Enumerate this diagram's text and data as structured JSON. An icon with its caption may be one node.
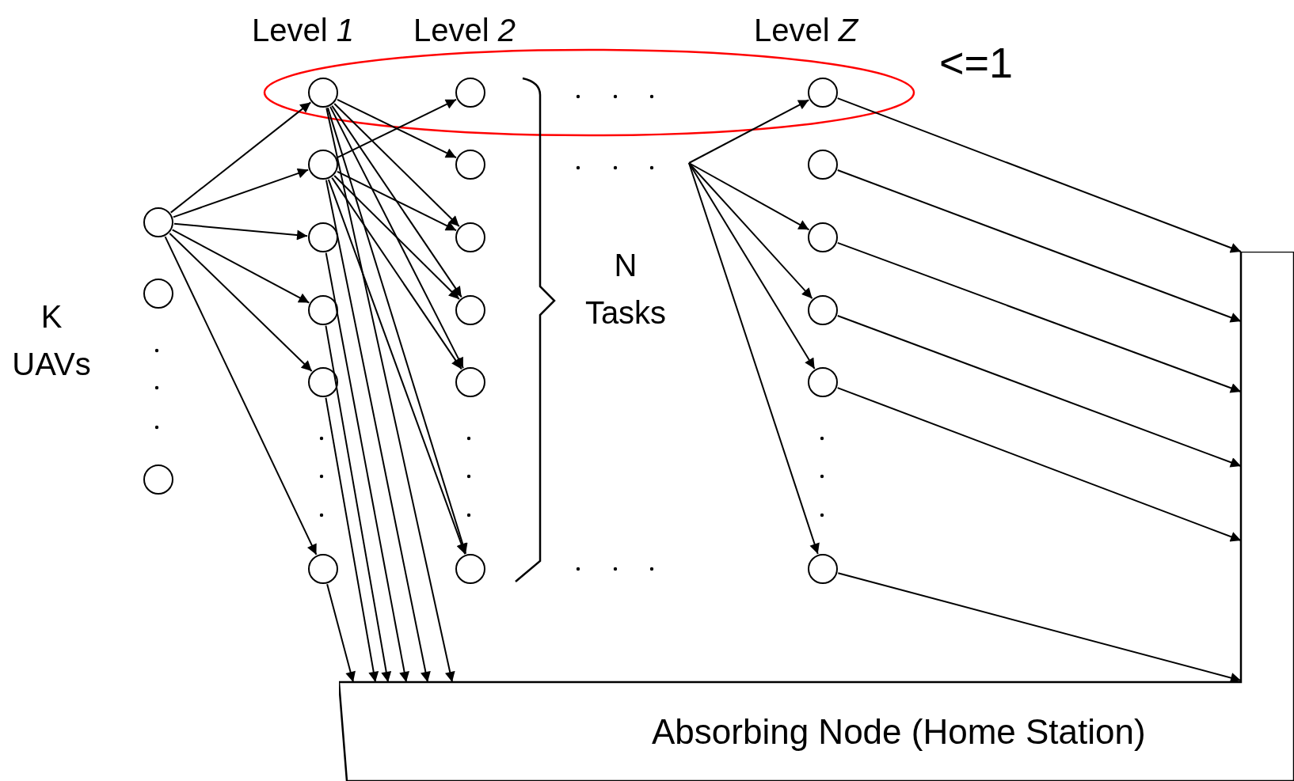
{
  "diagram": {
    "nodes": [
      {
        "text": [],
        "shape": "ellipse",
        "beside": [
          "<=1"
        ]
      },
      {
        "text": [],
        "shape": "circle"
      },
      {
        "text": [],
        "shape": "circle"
      },
      {
        "text": [],
        "shape": "circle"
      },
      {
        "text": [],
        "shape": "circle",
        "in": 0
      },
      {
        "text": [],
        "shape": "circle"
      },
      {
        "text": [],
        "shape": "circle"
      },
      {
        "text": [],
        "shape": "circle"
      },
      {
        "text": [],
        "shape": "circle"
      },
      {
        "text": [],
        "shape": "circle"
      },
      {
        "text": [],
        "shape": "circle",
        "in": 0
      },
      {
        "text": [],
        "shape": "circle"
      },
      {
        "text": [],
        "shape": "circle"
      },
      {
        "text": [],
        "shape": "circle"
      },
      {
        "text": [],
        "shape": "circle"
      },
      {
        "text": [],
        "shape": "circle"
      },
      {
        "text": [],
        "shape": "circle",
        "in": 0
      },
      {
        "text": [],
        "shape": "circle"
      },
      {
        "text": [],
        "shape": "circle"
      },
      {
        "text": [],
        "shape": "circle"
      },
      {
        "text": [],
        "shape": "circle"
      },
      {
        "text": [],
        "shape": "circle"
      },
      {
        "text": [
          "Absorbing Node (Home Station)"
        ]
      }
    ],
    "edges": [
      {
        "from": 1,
        "to": 4,
        "arrow": "to"
      },
      {
        "from": 1,
        "to": 5,
        "arrow": "to"
      },
      {
        "from": 1,
        "to": 6,
        "arrow": "to"
      },
      {
        "from": 1,
        "to": 7,
        "arrow": "to"
      },
      {
        "from": 1,
        "to": 8,
        "arrow": "to"
      },
      {
        "from": 1,
        "to": 9,
        "arrow": "to"
      },
      {
        "from": 4,
        "to": 11,
        "arrow": "to"
      },
      {
        "from": 4,
        "to": 12,
        "arrow": "to"
      },
      {
        "from": 4,
        "to": 13,
        "arrow": "to"
      },
      {
        "from": 4,
        "to": 14,
        "arrow": "to"
      },
      {
        "from": 4,
        "to": 15,
        "arrow": "to"
      },
      {
        "from": 5,
        "to": 10,
        "arrow": "to"
      },
      {
        "from": 5,
        "to": 12,
        "arrow": "to"
      },
      {
        "from": 5,
        "to": 13,
        "arrow": "to"
      },
      {
        "from": 5,
        "to": 14,
        "arrow": "to"
      },
      {
        "from": 5,
        "to": 15,
        "arrow": "to"
      },
      {
        "from": null,
        "to": 16,
        "arrow": "to"
      },
      {
        "from": null,
        "to": 18,
        "arrow": "to"
      },
      {
        "from": null,
        "to": 19,
        "arrow": "to"
      },
      {
        "from": null,
        "to": 20,
        "arrow": "to"
      },
      {
        "from": null,
        "to": 21,
        "arrow": "to"
      },
      {
        "from": 9,
        "to": 22,
        "arrow": "to"
      },
      {
        "from": 8,
        "to": 22,
        "arrow": "to"
      },
      {
        "from": 7,
        "to": 22,
        "arrow": "to"
      },
      {
        "from": 6,
        "to": 22,
        "arrow": "to"
      },
      {
        "from": 5,
        "to": 22,
        "arrow": "to"
      },
      {
        "from": 4,
        "to": 22,
        "arrow": "to"
      },
      {
        "from": 16,
        "to": 22,
        "arrow": "to"
      },
      {
        "from": 17,
        "to": 22,
        "arrow": "to"
      },
      {
        "from": 18,
        "to": 22,
        "arrow": "to"
      },
      {
        "from": 19,
        "to": 22,
        "arrow": "to"
      },
      {
        "from": 20,
        "to": 22,
        "arrow": "to"
      },
      {
        "from": 21,
        "to": 22,
        "arrow": "to"
      }
    ],
    "labels": [
      "Level *1*",
      "Level *2*",
      "Level *Z*",
      "K UAVs",
      "N Tasks"
    ]
  }
}
